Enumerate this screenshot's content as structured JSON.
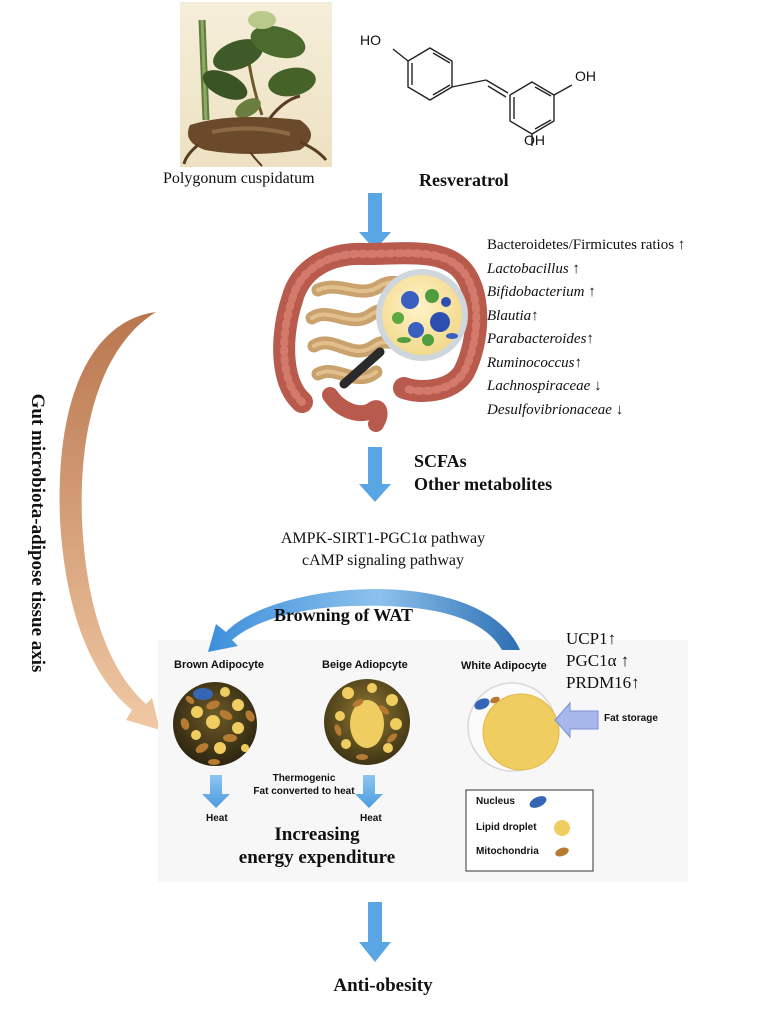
{
  "plant": {
    "caption": "Polygonum cuspidatum"
  },
  "molecule": {
    "name": "Resveratrol",
    "groups": [
      "HO",
      "OH",
      "OH"
    ]
  },
  "microbiota_changes": [
    {
      "text": "Bacteroidetes/Firmicutes ratios ↑",
      "italic": false
    },
    {
      "text": "Lactobacillus ↑",
      "italic": true
    },
    {
      "text": "Bifidobacterium ↑",
      "italic": true
    },
    {
      "text": "Blautia↑",
      "italic": true
    },
    {
      "text": "Parabacteroides↑",
      "italic": true
    },
    {
      "text": "Ruminococcus↑",
      "italic": true
    },
    {
      "text": "Lachnospiraceae ↓",
      "italic": true
    },
    {
      "text": "Desulfovibrionaceae ↓",
      "italic": true
    }
  ],
  "metabolites": {
    "line1": "SCFAs",
    "line2": "Other metabolites"
  },
  "pathways": {
    "line1": "AMPK-SIRT1-PGC1α pathway",
    "line2": "cAMP signaling pathway"
  },
  "axis_label": "Gut microbiota-adipose tissue axis",
  "browning": {
    "label": "Browning of WAT",
    "cells": {
      "brown": "Brown Adipocyte",
      "beige": "Beige Adiopcyte",
      "white": "White Adipocyte"
    },
    "markers": [
      "UCP1↑",
      "PGC1α ↑",
      "PRDM16↑"
    ],
    "fat_storage": "Fat storage",
    "thermogenic_line1": "Thermogenic",
    "thermogenic_line2": "Fat converted to heat",
    "heat_left": "Heat",
    "heat_right": "Heat",
    "energy_line1": "Increasing",
    "energy_line2": "energy expenditure",
    "legend": {
      "nucleus": "Nucleus",
      "lipid": "Lipid droplet",
      "mito": "Mitochondria"
    }
  },
  "outcome": "Anti-obesity",
  "colors": {
    "arrow_blue": "#5aa6e4",
    "side_arrow": "#e3b48d",
    "lipid": "#f0cd61",
    "nucleus": "#3565b5",
    "mito": "#b77a33",
    "intestine": "#c9a26d",
    "colon": "#b85a4c"
  }
}
